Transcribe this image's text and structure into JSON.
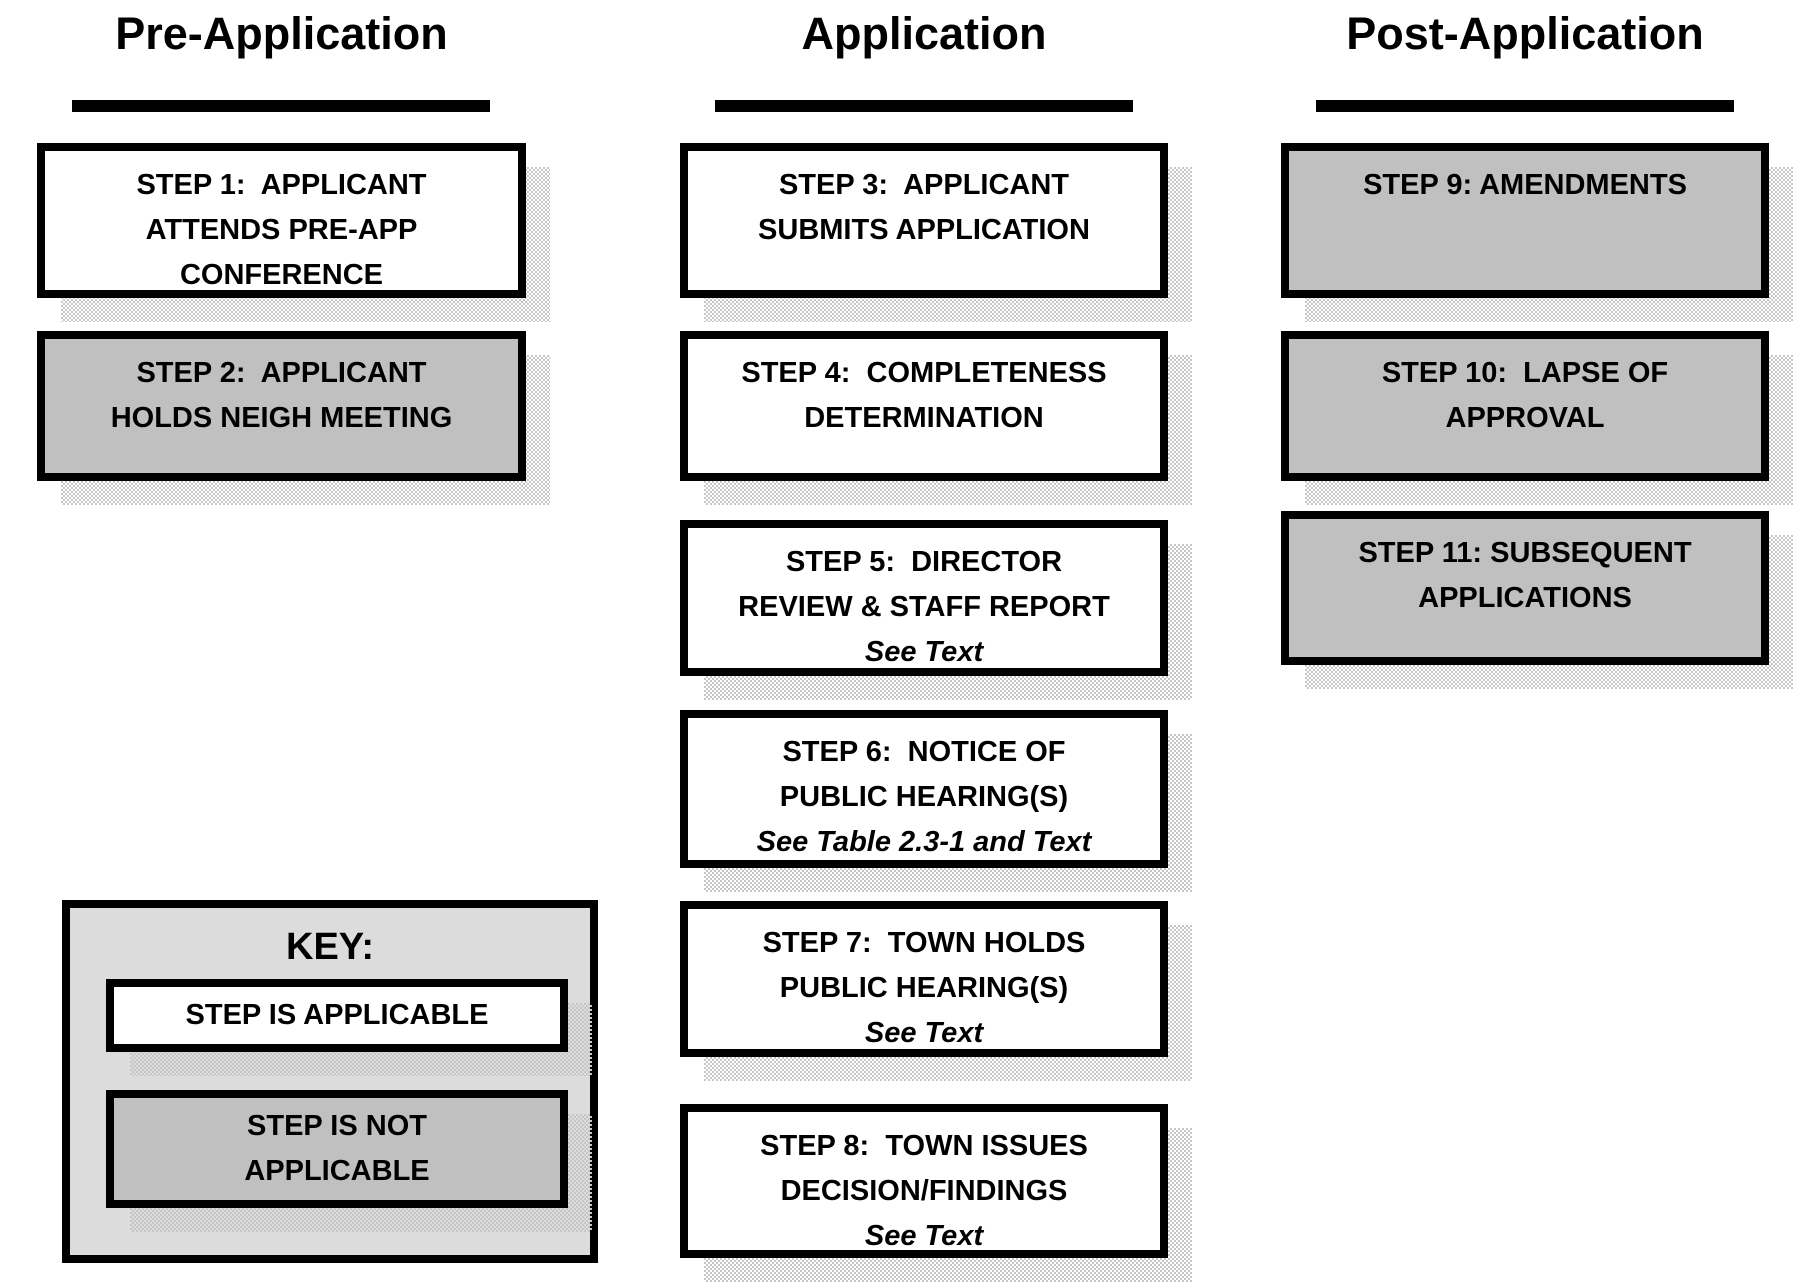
{
  "columns": [
    {
      "heading": "Pre-Application",
      "steps": [
        {
          "id": "step-1",
          "title": "STEP 1:  APPLICANT\nATTENDS PRE-APP\nCONFERENCE",
          "note": "",
          "applicable": true
        },
        {
          "id": "step-2",
          "title": "STEP 2:  APPLICANT\nHOLDS NEIGH MEETING",
          "note": "",
          "applicable": false
        }
      ]
    },
    {
      "heading": "Application",
      "steps": [
        {
          "id": "step-3",
          "title": "STEP 3:  APPLICANT\nSUBMITS APPLICATION",
          "note": "",
          "applicable": true
        },
        {
          "id": "step-4",
          "title": "STEP 4:  COMPLETENESS\nDETERMINATION",
          "note": "",
          "applicable": true
        },
        {
          "id": "step-5",
          "title": "STEP 5:  DIRECTOR\nREVIEW & STAFF REPORT",
          "note": "See Text",
          "applicable": true
        },
        {
          "id": "step-6",
          "title": "STEP 6:  NOTICE OF\nPUBLIC HEARING(S)",
          "note": "See Table 2.3-1 and Text",
          "applicable": true
        },
        {
          "id": "step-7",
          "title": "STEP 7:  TOWN HOLDS\nPUBLIC HEARING(S)",
          "note": "See Text",
          "applicable": true
        },
        {
          "id": "step-8",
          "title": "STEP 8:  TOWN ISSUES\nDECISION/FINDINGS",
          "note": "See Text",
          "applicable": true
        }
      ]
    },
    {
      "heading": "Post-Application",
      "steps": [
        {
          "id": "step-9",
          "title": "STEP 9: AMENDMENTS",
          "note": "",
          "applicable": false
        },
        {
          "id": "step-10",
          "title": "STEP 10:  LAPSE OF\nAPPROVAL",
          "note": "",
          "applicable": false
        },
        {
          "id": "step-11",
          "title": "STEP 11: SUBSEQUENT\nAPPLICATIONS",
          "note": "",
          "applicable": false
        }
      ]
    }
  ],
  "key": {
    "title": "KEY:",
    "items": [
      {
        "label": "STEP IS APPLICABLE",
        "applicable": true
      },
      {
        "label": "STEP IS NOT\nAPPLICABLE",
        "applicable": false
      }
    ]
  },
  "colors": {
    "applicable_fill": "#ffffff",
    "not_applicable_fill": "#c0c0c0",
    "key_panel_fill": "#dcdcdc",
    "border_and_text": "#000000",
    "shadow_dither": "#c6c6c6"
  }
}
